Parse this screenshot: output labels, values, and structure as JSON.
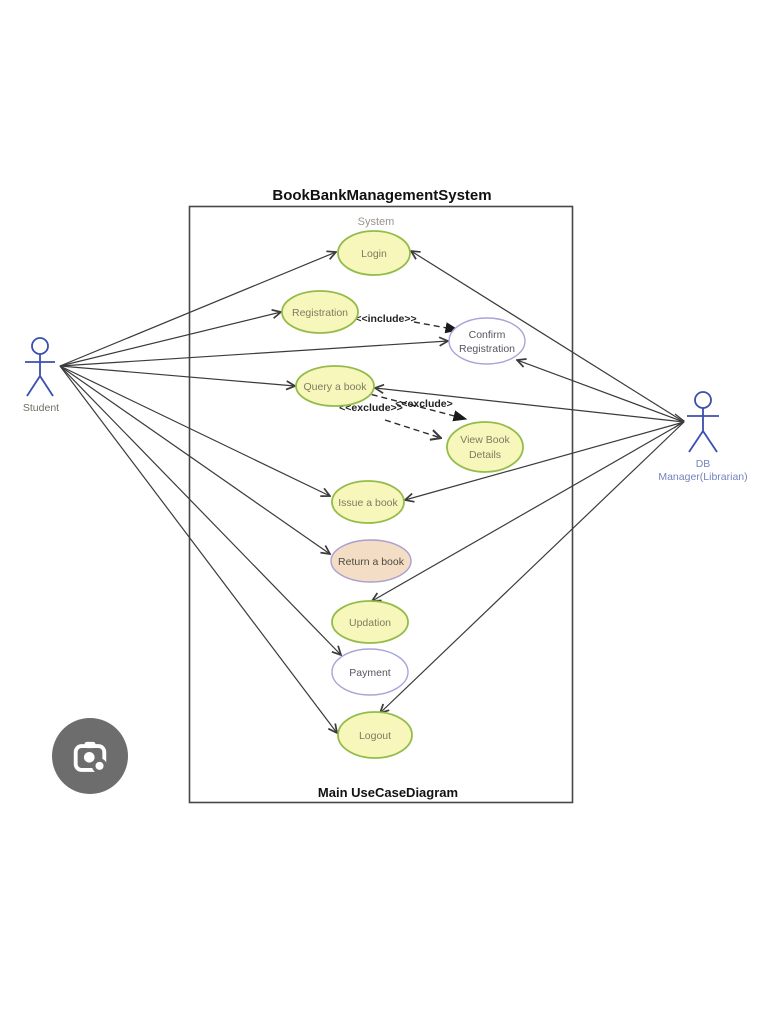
{
  "header": {
    "title": "BookBankManagementSystem"
  },
  "system": {
    "label": "System",
    "footer": "Main UseCaseDiagram"
  },
  "actors": {
    "student": {
      "label": "Student"
    },
    "db_manager": {
      "line1": "DB",
      "line2": "Manager(Librarian)"
    }
  },
  "use_cases": {
    "login": {
      "label": "Login"
    },
    "registration": {
      "label": "Registration"
    },
    "confirm_registration": {
      "line1": "Confirm",
      "line2": "Registration"
    },
    "query_book": {
      "label": "Query a book"
    },
    "view_book_details": {
      "line1": "View Book",
      "line2": "Details"
    },
    "issue_book": {
      "label": "Issue a book"
    },
    "return_book": {
      "label": "Return a book"
    },
    "updation": {
      "label": "Updation"
    },
    "payment": {
      "label": "Payment"
    },
    "logout": {
      "label": "Logout"
    }
  },
  "stereotypes": {
    "include": "<<include>>",
    "exclude_a": "<<exclude>>",
    "exclude_b": "<<exclude>"
  },
  "associations": {
    "student": [
      "Login",
      "Registration",
      "Confirm Registration",
      "Query a book",
      "Issue a book",
      "Return a book",
      "Payment",
      "Logout"
    ],
    "db_manager": [
      "Login",
      "Confirm Registration",
      "Query a book",
      "Issue a book",
      "Updation",
      "Logout"
    ]
  },
  "dependencies": [
    {
      "from": "Registration",
      "to": "Confirm Registration",
      "stereotype": "<<include>>"
    },
    {
      "from": "Query a book",
      "to": "View Book Details",
      "stereotype": "<<exclude>>"
    },
    {
      "from": "Query a book",
      "to": "View Book Details",
      "stereotype": "<<exclude>"
    }
  ],
  "icons": {
    "lens_camera": "google-lens-camera-icon"
  },
  "colors": {
    "usecase_fill": "#f7f7bb",
    "usecase_stroke": "#94bc4a",
    "neutral_fill": "#ffffff",
    "neutral_stroke": "#a9a4d8",
    "return_fill": "#f3dec5",
    "return_stroke": "#a99fd0",
    "line": "#3b3b3b",
    "actor_blue": "#3a4fae",
    "lens_background": "#6d6d6d"
  }
}
